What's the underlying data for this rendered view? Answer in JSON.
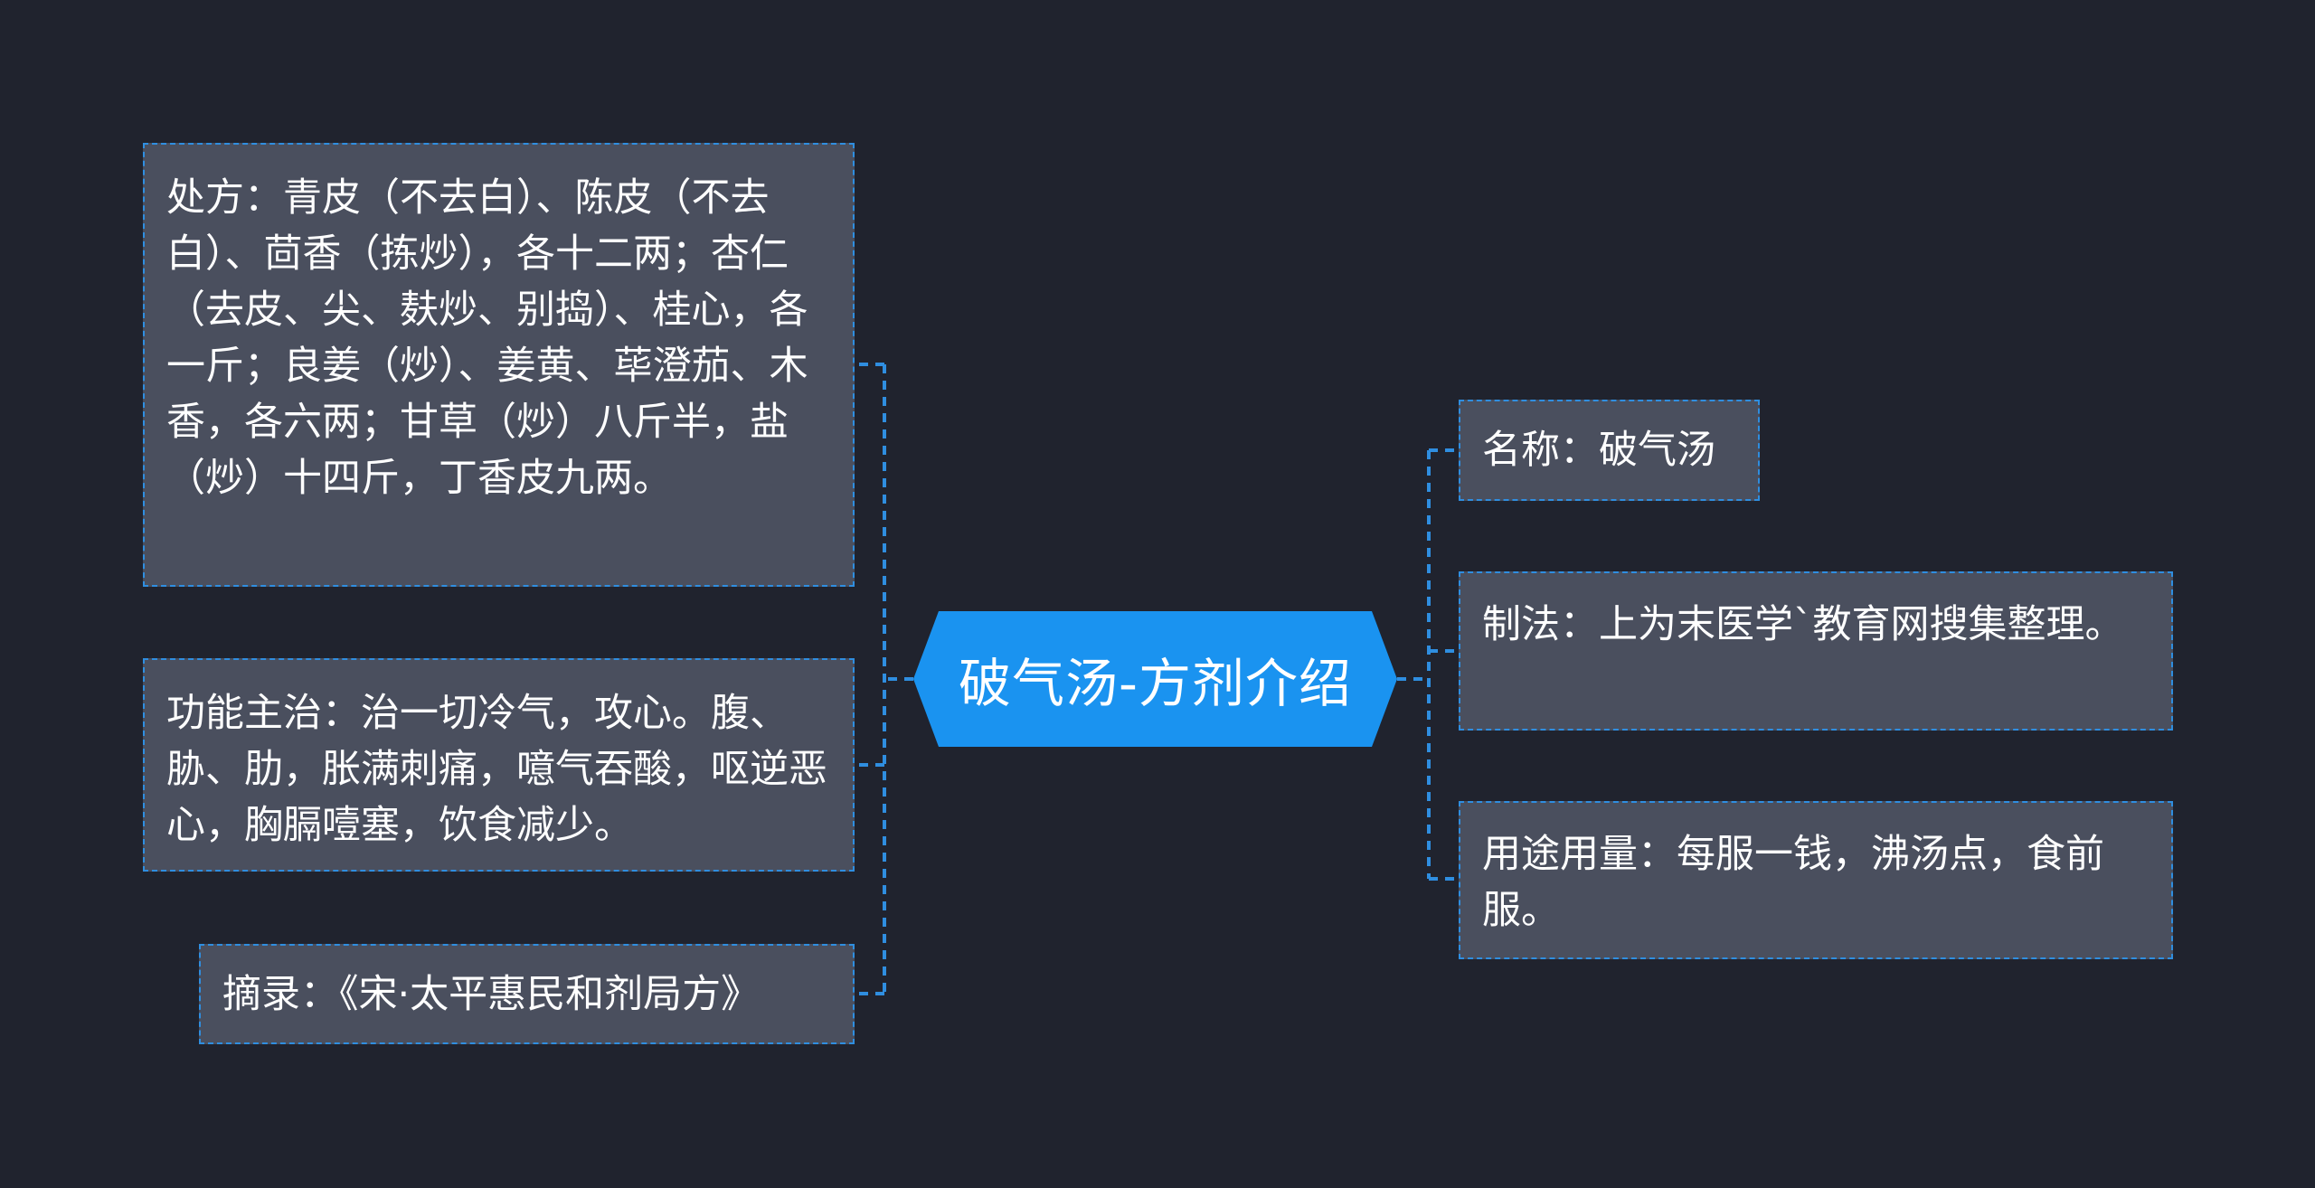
{
  "center": {
    "label": "破气汤-方剂介绍"
  },
  "left_nodes": [
    {
      "id": "prescription",
      "text": "处方：青皮（不去白）、陈皮（不去白）、茴香（拣炒），各十二两；杏仁（去皮、尖、麸炒、别捣）、桂心，各一斤；良姜（炒）、姜黄、荜澄茄、木香，各六两；甘草（炒）八斤半，盐（炒）十四斤，丁香皮九两。"
    },
    {
      "id": "function",
      "text": "功能主治：治一切冷气，攻心。腹、胁、肋，胀满刺痛，噫气吞酸，呕逆恶心，胸膈噎塞，饮食减少。"
    },
    {
      "id": "source",
      "text": "摘录：《宋·太平惠民和剂局方》"
    }
  ],
  "right_nodes": [
    {
      "id": "name",
      "text": "名称：破气汤"
    },
    {
      "id": "preparation",
      "text": "制法：上为末医学`教育网搜集整理。"
    },
    {
      "id": "usage",
      "text": "用途用量：每服一钱，沸汤点，食前服。"
    }
  ],
  "colors": {
    "background": "#20232e",
    "node_fill": "#4a4f5e",
    "node_border": "#2f8ee0",
    "center_fill": "#1a93f0",
    "connector": "#2f8ee0",
    "text": "#ffffff"
  }
}
